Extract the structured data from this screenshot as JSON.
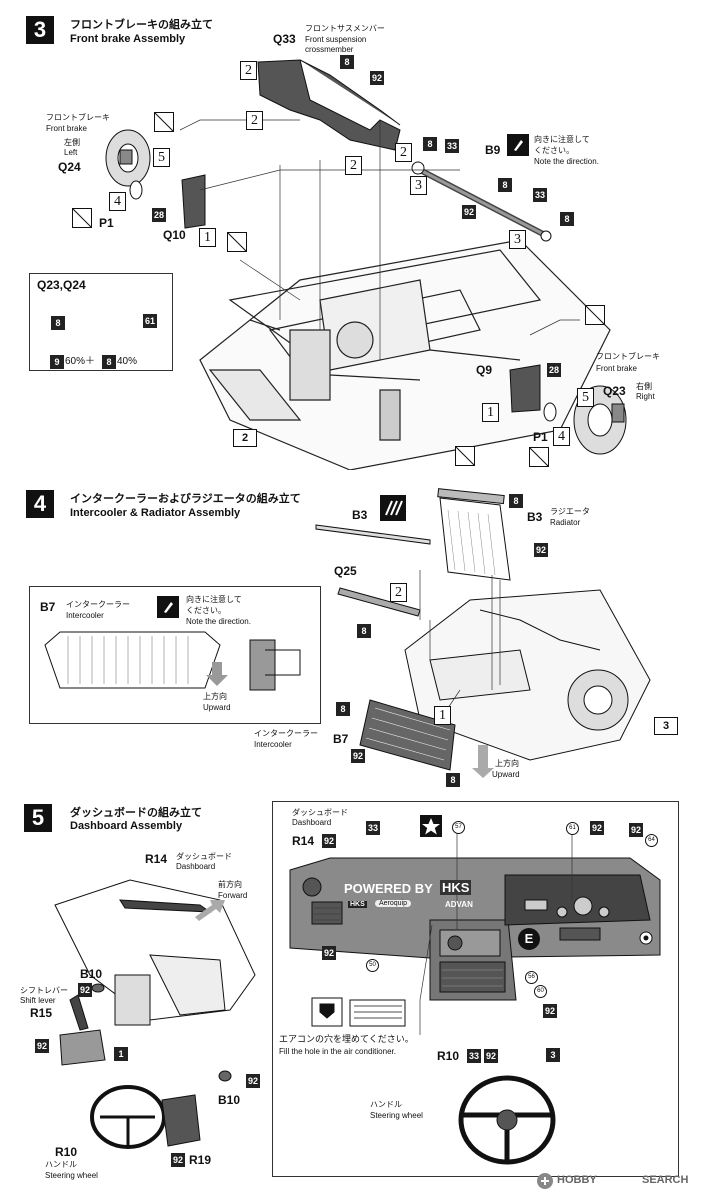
{
  "step3": {
    "number": "3",
    "title_jp": "フロントブレーキの組み立て",
    "title_en": "Front brake Assembly",
    "crossmember": {
      "part": "Q33",
      "label_jp": "フロントサスメンバー",
      "label_en1": "Front suspension",
      "label_en2": "crossmember"
    },
    "left_brake": {
      "label_jp": "フロントブレーキ",
      "label_en": "Front brake",
      "side_jp": "左側",
      "side_en": "Left",
      "part": "Q24"
    },
    "right_brake": {
      "label_jp": "フロントブレーキ",
      "label_en": "Front brake",
      "side_jp": "右側",
      "side_en": "Right",
      "part": "Q23"
    },
    "note": {
      "part": "B9",
      "text_jp1": "向きに注意して",
      "text_jp2": "ください。",
      "text_en": "Note the direction."
    },
    "detail": {
      "title": "Q23,Q24",
      "mix_a": "9",
      "mix_a_pct": "60%＋",
      "mix_b": "8",
      "mix_b_pct": "40%"
    },
    "parts": {
      "q10": "Q10",
      "q9": "Q9",
      "p1": "P1"
    },
    "colors": [
      "8",
      "92",
      "33",
      "28",
      "61"
    ],
    "steps": [
      "1",
      "2",
      "3",
      "4",
      "5"
    ],
    "ref": "2"
  },
  "step4": {
    "number": "4",
    "title_jp": "インタークーラーおよびラジエータの組み立て",
    "title_en": "Intercooler & Radiator Assembly",
    "radiator": {
      "part": "B3",
      "label_jp": "ラジエータ",
      "label_en": "Radiator"
    },
    "b3_icon_part": "B3",
    "q25": "Q25",
    "intercooler_note": {
      "part": "B7",
      "label_jp": "インタークーラー",
      "label_en": "Intercooler",
      "text_jp1": "向きに注意して",
      "text_jp2": "ください。",
      "text_en": "Note the direction.",
      "up_jp": "上方向",
      "up_en": "Upward"
    },
    "intercooler": {
      "part": "B7",
      "label_jp": "インタークーラー",
      "label_en": "Intercooler"
    },
    "upward": {
      "jp": "上方向",
      "en": "Upward"
    },
    "colors": [
      "8",
      "92"
    ],
    "steps": [
      "1",
      "2"
    ],
    "ref": "3"
  },
  "step5": {
    "number": "5",
    "title_jp": "ダッシュボードの組み立て",
    "title_en": "Dashboard Assembly",
    "dashboard_left": {
      "part": "R14",
      "label_jp": "ダッシュボード",
      "label_en": "Dashboard"
    },
    "forward": {
      "jp": "前方向",
      "en": "Forward"
    },
    "shift": {
      "part": "R15",
      "label_jp": "シフトレバー",
      "label_en": "Shift lever",
      "b10": "B10"
    },
    "b10_bottom": "B10",
    "steering_left": {
      "part": "R10",
      "label_jp": "ハンドル",
      "label_en": "Steering wheel",
      "r19": "R19"
    },
    "panel": {
      "dash_jp": "ダッシュボード",
      "dash_en": "Dashboard",
      "part": "R14",
      "powered": "POWERED BY",
      "hks": "HKS",
      "advan": "ADVAN",
      "aeroquip": "Aeroquip",
      "hks_small": "HKS",
      "e_mark": "E",
      "ac_note_jp": "エアコンの穴を埋めてください。",
      "ac_note_en": "Fill the hole in the air conditioner.",
      "steering": {
        "part": "R10",
        "c1": "33",
        "c2": "92",
        "label_jp": "ハンドル",
        "label_en": "Steering wheel",
        "ref": "3"
      }
    },
    "colors": [
      "92",
      "33",
      "57",
      "61",
      "64",
      "50",
      "56",
      "60",
      "1"
    ],
    "ref1": "1"
  },
  "brand": {
    "a": "HOBBY",
    "b": "SEARCH"
  }
}
